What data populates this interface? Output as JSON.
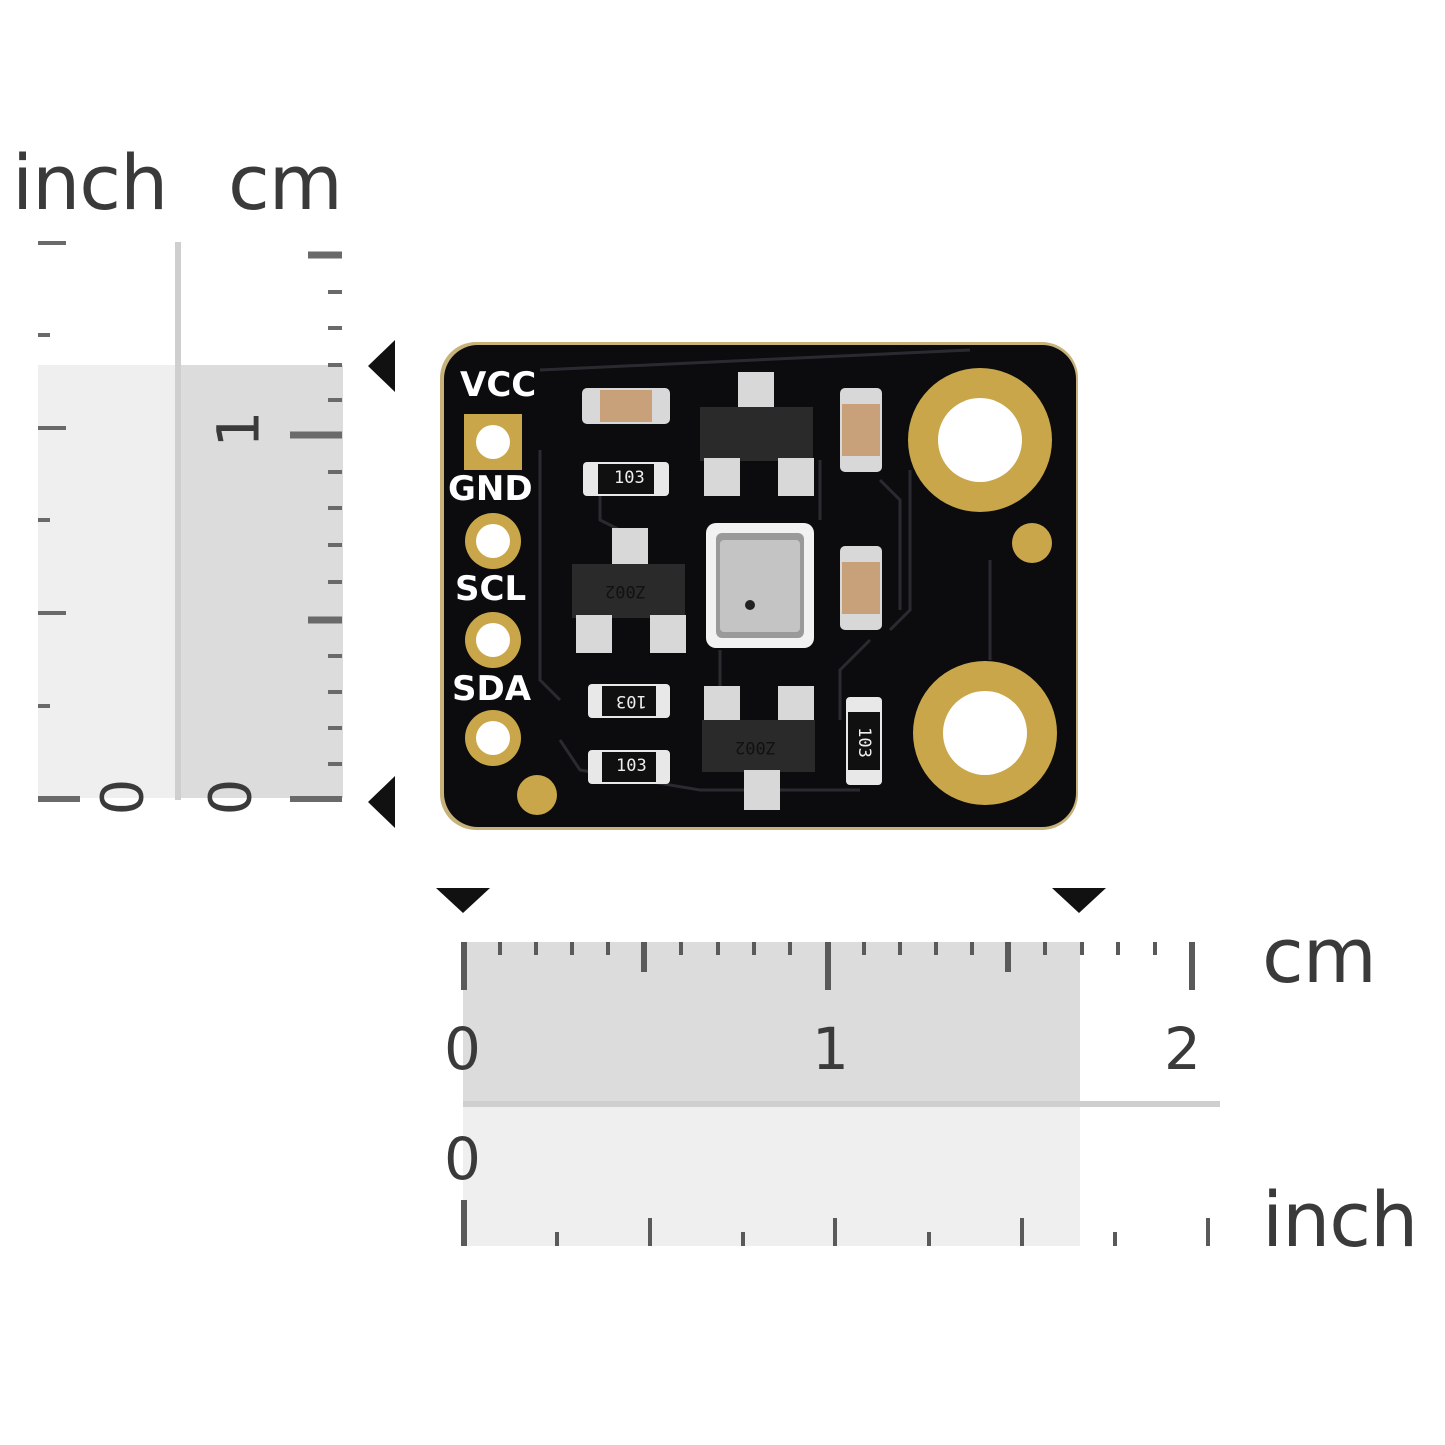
{
  "left_ruler": {
    "label_inch": "inch",
    "label_cm": "cm",
    "cm_number_1": "1",
    "inch_zero": "0",
    "cm_zero": "0"
  },
  "bottom_ruler": {
    "label_cm": "cm",
    "label_inch": "inch",
    "cm_zero": "0",
    "cm_one": "1",
    "cm_two": "2",
    "inch_zero": "0"
  },
  "board": {
    "pins": [
      "VCC",
      "GND",
      "SCL",
      "SDA"
    ],
    "chip_labels": [
      "103",
      "103",
      "103",
      "103",
      "Z002",
      "Z002"
    ],
    "color_pcb": "#0c0c0f",
    "color_gold": "#c9a64a"
  },
  "colors": {
    "ruler_band_dark": "#d9d9d9",
    "ruler_band_light": "#eeeeee",
    "tick": "#4a4a4a",
    "text": "#3a3a3a"
  }
}
